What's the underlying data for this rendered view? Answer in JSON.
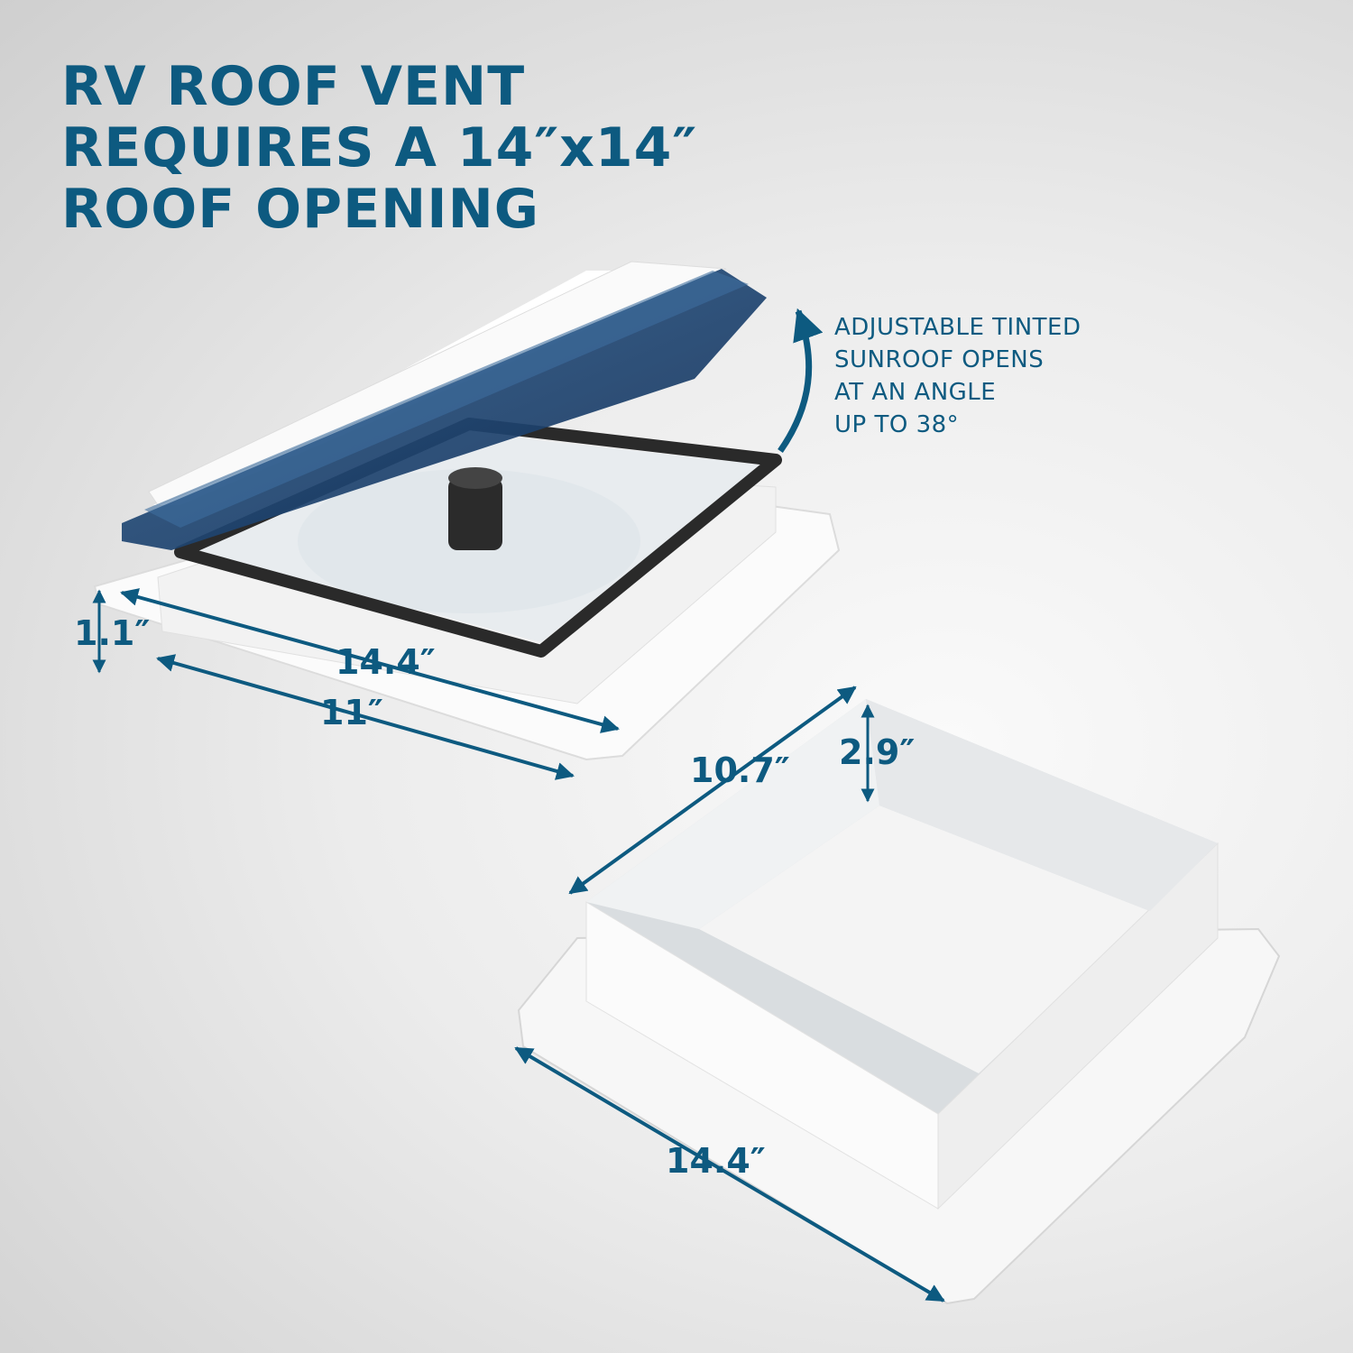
{
  "headline": {
    "lines": [
      "RV ROOF VENT",
      "REQUIRES A 14″x14″",
      "ROOF OPENING"
    ]
  },
  "callout": {
    "lines": [
      "ADJUSTABLE TINTED",
      "SUNROOF OPENS",
      "AT AN ANGLE",
      "UP TO 38°"
    ]
  },
  "dimensions": {
    "vent_height": "1.1″",
    "vent_outer_width": "14.4″",
    "vent_inner_width": "11″",
    "trim_box_width": "10.7″",
    "trim_box_height": "2.9″",
    "trim_outer_width": "14.4″"
  },
  "colors": {
    "accent": "#0d5a80",
    "lid_tint": "#1c3f6a",
    "gasket": "#2a2a2a"
  }
}
